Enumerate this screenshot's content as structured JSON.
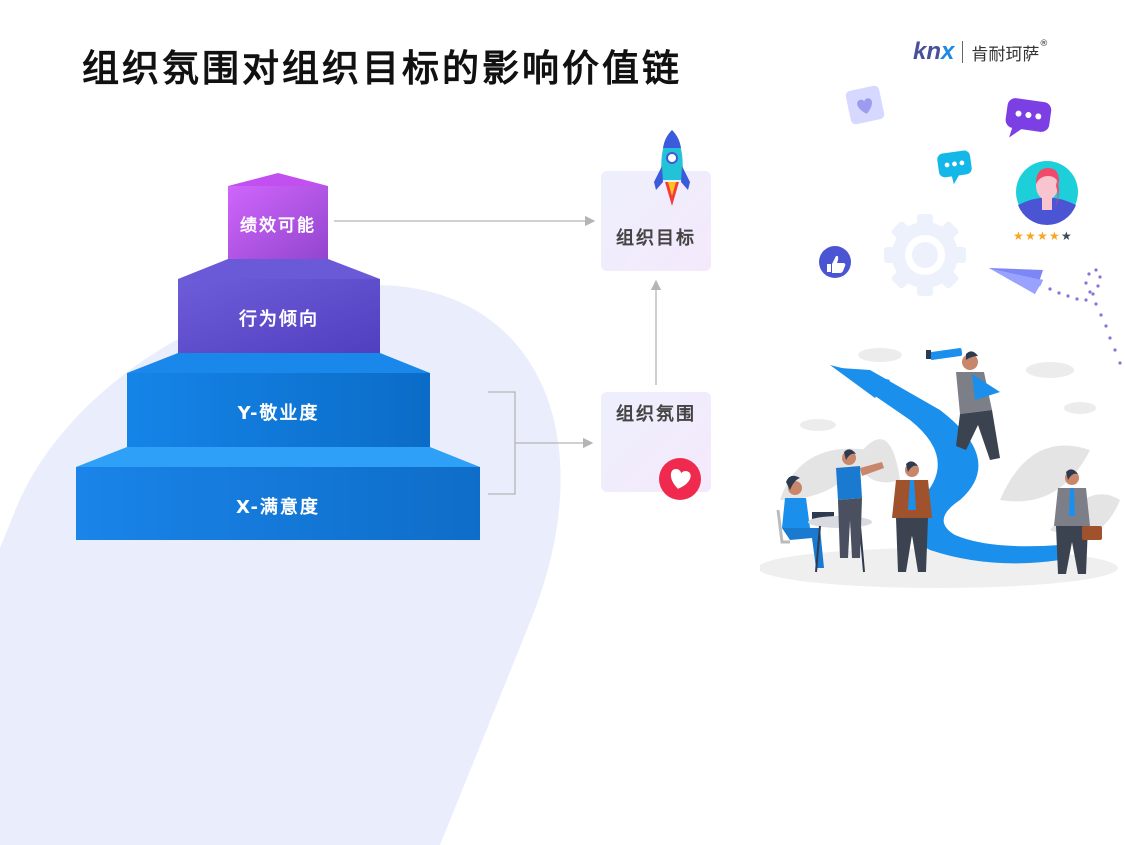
{
  "header": {
    "title": "组织氛围对组织目标的影响价值链",
    "logo": {
      "latin_prefix": "kn",
      "latin_accent": "x",
      "chinese": "肯耐珂萨",
      "registered_mark": "®"
    }
  },
  "pyramid": {
    "levels": [
      {
        "label": "绩效可能",
        "color_top": "#cc5cf2",
        "color_front": "#a54fd9"
      },
      {
        "label": "行为倾向",
        "color_top": "#6a5ad6",
        "color_front": "#5b4cc9"
      },
      {
        "label": "Y-敬业度",
        "color_top": "#1585e6",
        "color_front": "#1273d8"
      },
      {
        "label": "X-满意度",
        "color_top": "#2f9ef5",
        "color_front": "#1a7ee0"
      }
    ]
  },
  "nodes": {
    "goal": {
      "label": "组织目标",
      "icon": "rocket-icon"
    },
    "climate": {
      "label": "组织氛围",
      "icon": "heart-icon"
    }
  },
  "connectors": [
    {
      "from": "绩效可能",
      "to": "组织目标"
    },
    {
      "from": [
        "Y-敬业度",
        "X-满意度"
      ],
      "to": "组织氛围"
    },
    {
      "from": "组织氛围",
      "to": "组织目标"
    }
  ],
  "illustration": {
    "rating": {
      "filled_stars": 4,
      "total_stars": 5
    },
    "icons": [
      "heart-card-icon",
      "chat-bubble-icon",
      "chat-bubble-icon",
      "avatar-icon",
      "thumbs-up-icon",
      "gear-icon",
      "paper-plane-icon",
      "telescope-person-figure",
      "team-people-figure",
      "arrow-road-figure"
    ]
  },
  "colors": {
    "connector": "#b5b5b5",
    "accent_blue": "#1e88e5",
    "accent_purple": "#7b3fe4",
    "heart_red": "#f0294f"
  }
}
